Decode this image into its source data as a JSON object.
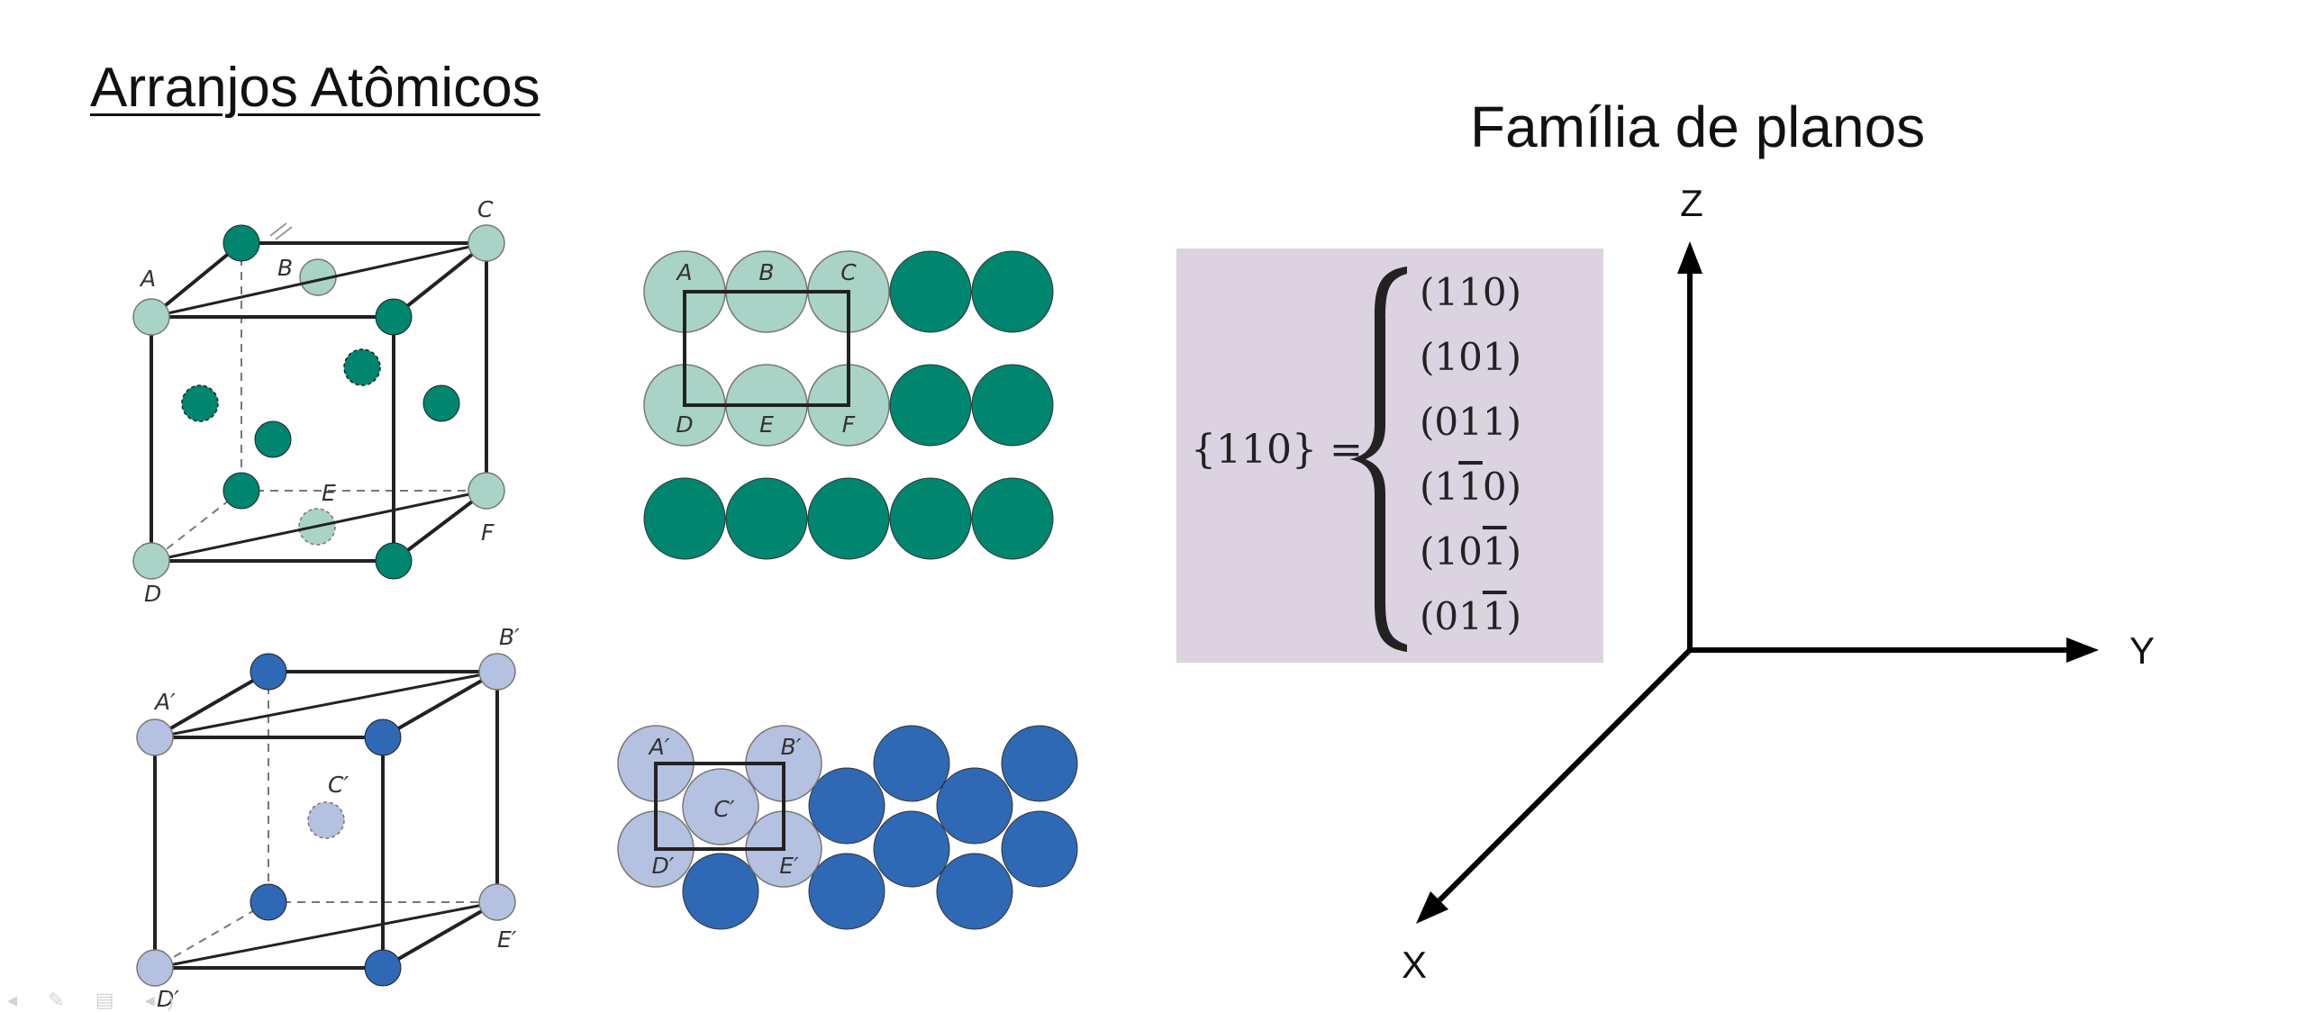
{
  "slide": {
    "title": "Arranjos Atômicos",
    "family_title": "Família de planos"
  },
  "fcc_cell": {
    "labels": {
      "a": "A",
      "b": "B",
      "c": "C",
      "d": "D",
      "e": "E",
      "f": "F"
    },
    "colors": {
      "light_atom": "#a9d3c6",
      "dark_atom": "#00856f"
    }
  },
  "fcc_plane": {
    "labels": {
      "a": "A",
      "b": "B",
      "c": "C",
      "d": "D",
      "e": "E",
      "f": "F"
    }
  },
  "bcc_cell": {
    "labels": {
      "a": "A′",
      "b": "B′",
      "c": "C′",
      "d": "D′",
      "e": "E′"
    },
    "colors": {
      "light_atom": "#b5c1e1",
      "dark_atom": "#2f68b4"
    }
  },
  "bcc_plane": {
    "labels": {
      "a": "A′",
      "b": "B′",
      "c": "C′",
      "d": "D′",
      "e": "E′"
    }
  },
  "family": {
    "lhs": "{110} =",
    "planes": [
      {
        "open": "(",
        "d1": "1",
        "d2": "1",
        "d3": "0",
        "close": ")",
        "bars": [
          false,
          false,
          false
        ]
      },
      {
        "open": "(",
        "d1": "1",
        "d2": "0",
        "d3": "1",
        "close": ")",
        "bars": [
          false,
          false,
          false
        ]
      },
      {
        "open": "(",
        "d1": "0",
        "d2": "1",
        "d3": "1",
        "close": ")",
        "bars": [
          false,
          false,
          false
        ]
      },
      {
        "open": "(",
        "d1": "1",
        "d2": "1",
        "d3": "0",
        "close": ")",
        "bars": [
          false,
          true,
          false
        ]
      },
      {
        "open": "(",
        "d1": "1",
        "d2": "0",
        "d3": "1",
        "close": ")",
        "bars": [
          false,
          false,
          true
        ]
      },
      {
        "open": "(",
        "d1": "0",
        "d2": "1",
        "d3": "1",
        "close": ")",
        "bars": [
          false,
          false,
          true
        ]
      }
    ],
    "box_color": "#dcd3e1"
  },
  "axes": {
    "z": "Z",
    "y": "Y",
    "x": "X"
  }
}
